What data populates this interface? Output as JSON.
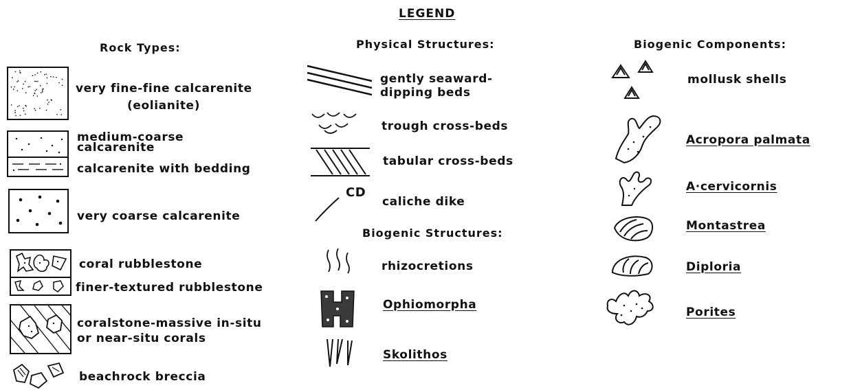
{
  "title": "LEGEND",
  "rock_types": {
    "heading": "Rock Types:",
    "items": [
      {
        "label": "very fine-fine calcarenite",
        "label2": "(eolianite)"
      },
      {
        "label": "medium-coarse",
        "label2": "calcarenite"
      },
      {
        "label": "calcarenite with bedding"
      },
      {
        "label": "very coarse calcarenite"
      },
      {
        "label": "coral rubblestone"
      },
      {
        "label": "finer-textured rubblestone"
      },
      {
        "label": "coralstone-massive in-situ",
        "label2": "or near-situ corals"
      },
      {
        "label": "beachrock breccia"
      }
    ]
  },
  "physical_structures": {
    "heading": "Physical Structures:",
    "items": [
      {
        "label": "gently seaward-",
        "label2": "dipping beds"
      },
      {
        "label": "trough cross-beds"
      },
      {
        "label": "tabular cross-beds"
      },
      {
        "label": "caliche dike",
        "symbol_text": "CD"
      }
    ]
  },
  "biogenic_structures": {
    "heading": "Biogenic Structures:",
    "items": [
      {
        "label": "rhizocretions"
      },
      {
        "label": "Ophiomorpha"
      },
      {
        "label": "Skolithos"
      }
    ]
  },
  "biogenic_components": {
    "heading": "Biogenic Components:",
    "items": [
      {
        "label": "mollusk shells"
      },
      {
        "label": "Acropora palmata"
      },
      {
        "label": "A",
        "label2": "cervicornis"
      },
      {
        "label": "Montastrea"
      },
      {
        "label": "Diploria"
      },
      {
        "label": "Porites"
      }
    ]
  }
}
